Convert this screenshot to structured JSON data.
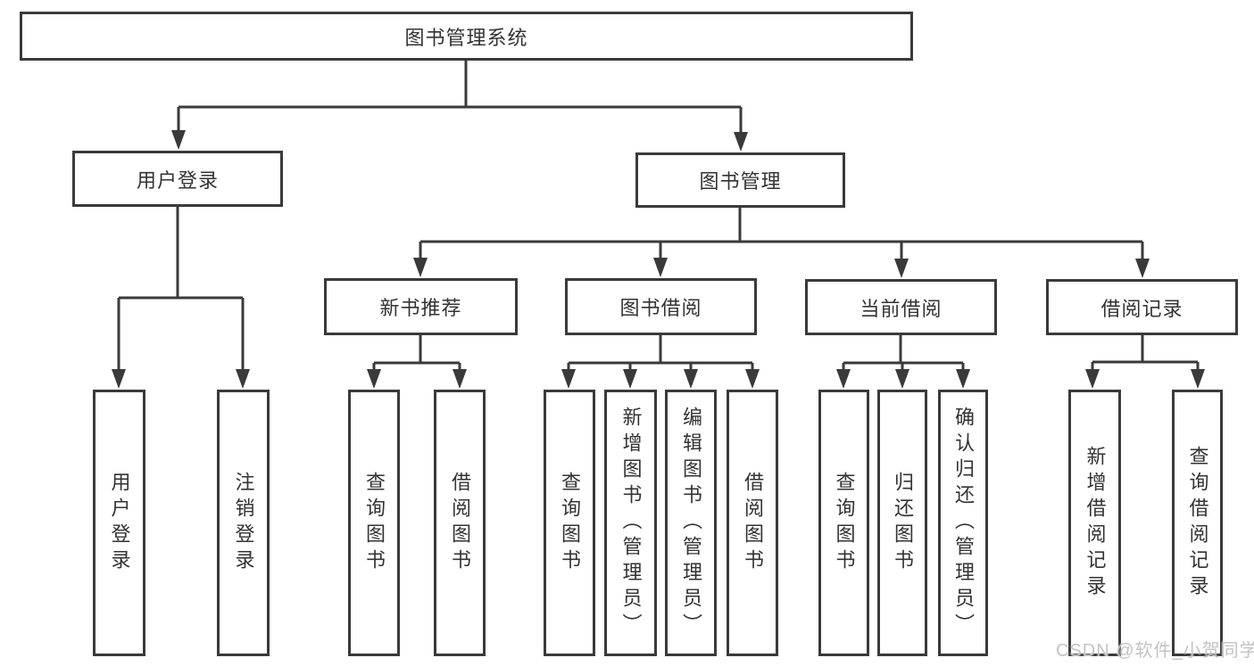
{
  "diagram_type": "hierarchy-tree",
  "nodes": {
    "root": {
      "label": "图书管理系统",
      "children": [
        "user_login",
        "book_mgmt"
      ]
    },
    "user_login": {
      "label": "用户登录",
      "children": [
        "leaf_user_login",
        "leaf_logout"
      ]
    },
    "book_mgmt": {
      "label": "图书管理",
      "children": [
        "new_books",
        "book_borrow",
        "current_borrow",
        "borrow_records"
      ]
    },
    "new_books": {
      "label": "新书推荐",
      "children": [
        "leaf_nb_query",
        "leaf_nb_borrow"
      ]
    },
    "book_borrow": {
      "label": "图书借阅",
      "children": [
        "leaf_bb_query",
        "leaf_bb_add",
        "leaf_bb_edit",
        "leaf_bb_borrow"
      ]
    },
    "current_borrow": {
      "label": "当前借阅",
      "children": [
        "leaf_cb_query",
        "leaf_cb_return",
        "leaf_cb_confirm"
      ]
    },
    "borrow_records": {
      "label": "借阅记录",
      "children": [
        "leaf_br_add",
        "leaf_br_query"
      ]
    },
    "leaf_user_login": {
      "label": "用户登录"
    },
    "leaf_logout": {
      "label": "注销登录"
    },
    "leaf_nb_query": {
      "label": "查询图书"
    },
    "leaf_nb_borrow": {
      "label": "借阅图书"
    },
    "leaf_bb_query": {
      "label": "查询图书"
    },
    "leaf_bb_add": {
      "label": "新增图书（管理员）"
    },
    "leaf_bb_edit": {
      "label": "编辑图书（管理员）"
    },
    "leaf_bb_borrow": {
      "label": "借阅图书"
    },
    "leaf_cb_query": {
      "label": "查询图书"
    },
    "leaf_cb_return": {
      "label": "归还图书"
    },
    "leaf_cb_confirm": {
      "label": "确认归还（管理员）"
    },
    "leaf_br_add": {
      "label": "新增借阅记录"
    },
    "leaf_br_query": {
      "label": "查询借阅记录"
    }
  },
  "watermark": {
    "text": "CSDN @软件_小贺同学"
  },
  "colors": {
    "line": "#3a3a3a",
    "box_border": "#3a3a3a",
    "text": "#333333",
    "watermark": "#c3c3c3",
    "background": "#ffffff"
  }
}
